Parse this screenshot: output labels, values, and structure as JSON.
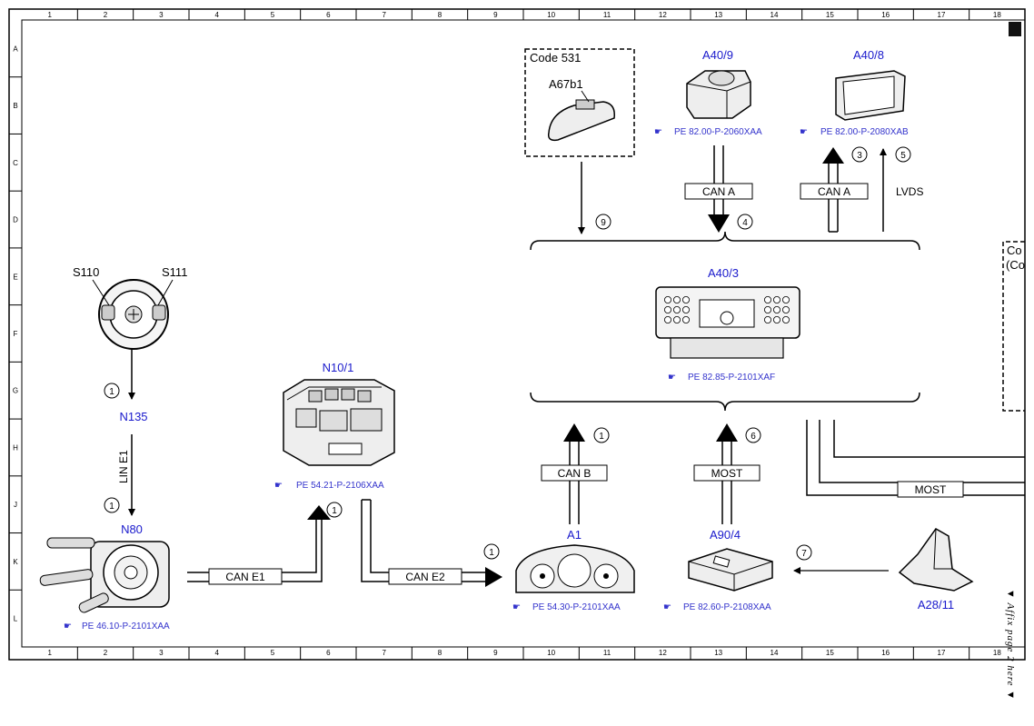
{
  "grid": {
    "columns": [
      "1",
      "2",
      "3",
      "4",
      "5",
      "6",
      "7",
      "8",
      "9",
      "10",
      "11",
      "12",
      "13",
      "14",
      "15",
      "16",
      "17",
      "18"
    ],
    "rows": [
      "A",
      "B",
      "C",
      "D",
      "E",
      "F",
      "G",
      "H",
      "J",
      "K",
      "L"
    ]
  },
  "components": {
    "s110": "S110",
    "s111": "S111",
    "n135": "N135",
    "n80": "N80",
    "n10_1": "N10/1",
    "code531": "Code 531",
    "a67b1": "A67b1",
    "a40_9": "A40/9",
    "a40_8": "A40/8",
    "a40_3": "A40/3",
    "a1": "A1",
    "a90_4": "A90/4",
    "a28_11": "A28/11",
    "partial_box": [
      "Co",
      "(Co"
    ]
  },
  "references": {
    "n80": "PE 46.10-P-2101XAA",
    "n10_1": "PE 54.21-P-2106XAA",
    "a40_9": "PE 82.00-P-2060XAA",
    "a40_8": "PE 82.00-P-2080XAB",
    "a40_3": "PE 82.85-P-2101XAF",
    "a1": "PE 54.30-P-2101XAA",
    "a90_4": "PE 82.60-P-2108XAA"
  },
  "buses": {
    "lin_e1": "LIN E1",
    "can_e1": "CAN E1",
    "can_e2": "CAN E2",
    "can_b": "CAN B",
    "most_a1": "MOST",
    "most_bottom": "MOST",
    "can_a_down": "CAN A",
    "can_a_up": "CAN A",
    "lvds": "LVDS"
  },
  "callouts": {
    "c_s": "1",
    "c_lin": "1",
    "c_cane1": "1",
    "c_cane2": "1",
    "c_canb": "1",
    "c_most": "6",
    "c_a90": "7",
    "c_9": "9",
    "c_4": "4",
    "c_3": "3",
    "c_5": "5"
  },
  "side_note": "▼ Affix page 2 here ▼",
  "colors": {
    "component_label": "#1a1acc",
    "reference": "#3333cc",
    "line": "#000000"
  }
}
